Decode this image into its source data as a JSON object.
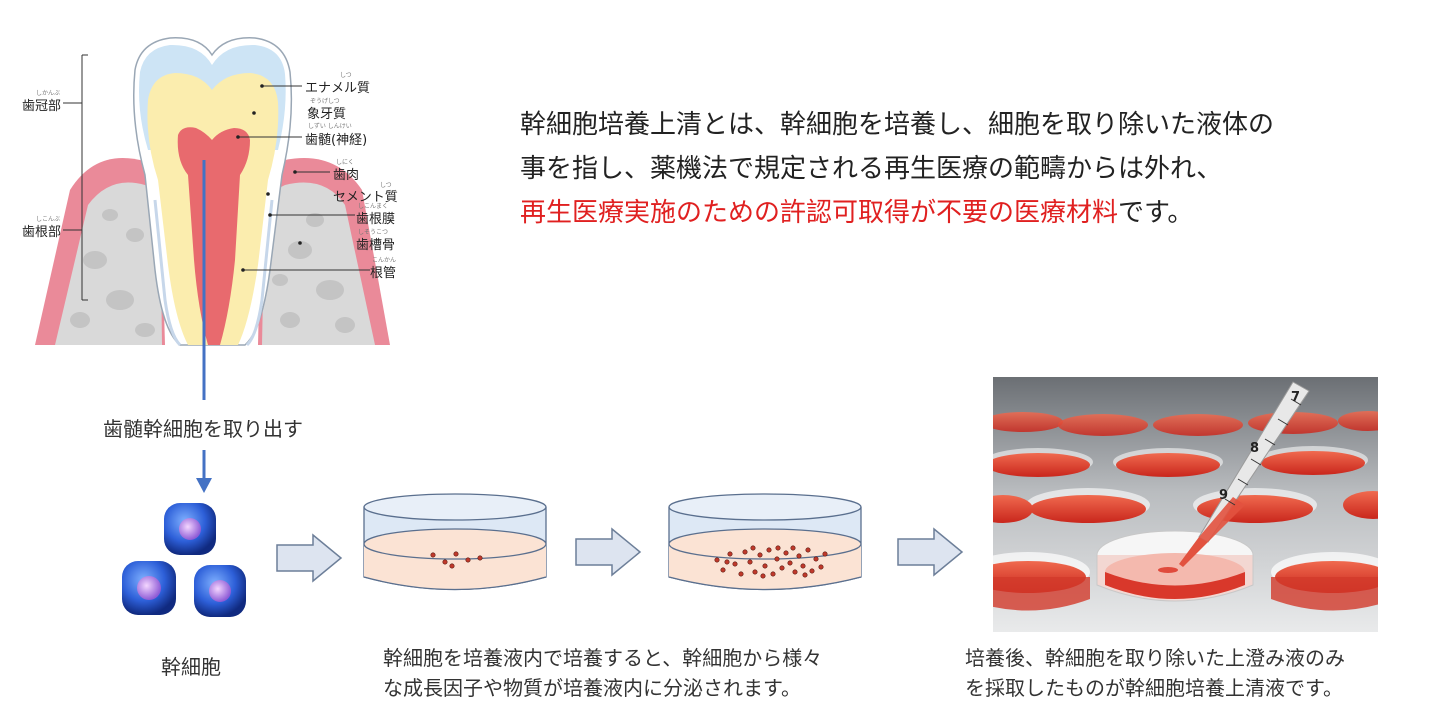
{
  "tooth": {
    "labels": {
      "enamel": "エナメル質",
      "dentin": "象牙質",
      "pulp": "歯髄(神経)",
      "gum": "歯肉",
      "cementum": "セメント質",
      "pdl": "歯根膜",
      "alveolar_bone": "歯槽骨",
      "apical": "根管",
      "crown": "歯冠部",
      "root": "歯根部"
    },
    "ruby": {
      "enamel": "しつ",
      "dentin": "ぞうげしつ",
      "pulp": "しずい しんけい",
      "gum": "しにく",
      "cementum": "しつ",
      "pdl": "しこんまく",
      "alveolar_bone": "しそうこつ",
      "apical": "こんかん",
      "crown": "しかんぶ",
      "root": "しこんぶ"
    }
  },
  "intro": {
    "line1": "幹細胞培養上清とは、幹細胞を培養し、細胞を取り除いた液体の",
    "line2": "事を指し、薬機法で規定される再生医療の範疇からは外れ、",
    "line3_red": "再生医療実施のための許認可取得が不要の医療材料",
    "line3_rest": "です。"
  },
  "steps": {
    "extract": "歯髄幹細胞を取り出す",
    "stem_cell": "幹細胞",
    "culture_desc_1": "幹細胞を培養液内で培養すると、幹細胞から様々",
    "culture_desc_2": "な成長因子や物質が培養液内に分泌されます。",
    "harvest_desc_1": "培養後、幹細胞を取り除いた上澄み液のみ",
    "harvest_desc_2": "を採取したものが幹細胞培養上清液です。"
  },
  "photo": {
    "pipette_marks": [
      "7",
      "8",
      "9"
    ]
  },
  "colors": {
    "accent_red": "#e02020",
    "arrow_blue": "#4472c4",
    "dish_fill": "#fbe3d4",
    "dish_lid": "#dde8f5"
  }
}
